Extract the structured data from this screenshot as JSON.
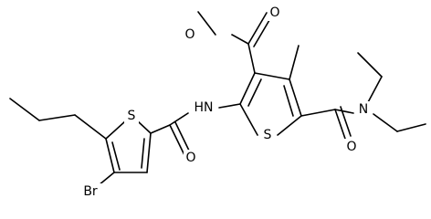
{
  "molecule": {
    "atoms": [
      {
        "label": "O"
      },
      {
        "label": "O"
      },
      {
        "label": "HN"
      },
      {
        "label": "S"
      },
      {
        "label": "S"
      },
      {
        "label": "O"
      },
      {
        "label": "N"
      },
      {
        "label": "O"
      },
      {
        "label": "Br"
      }
    ]
  }
}
